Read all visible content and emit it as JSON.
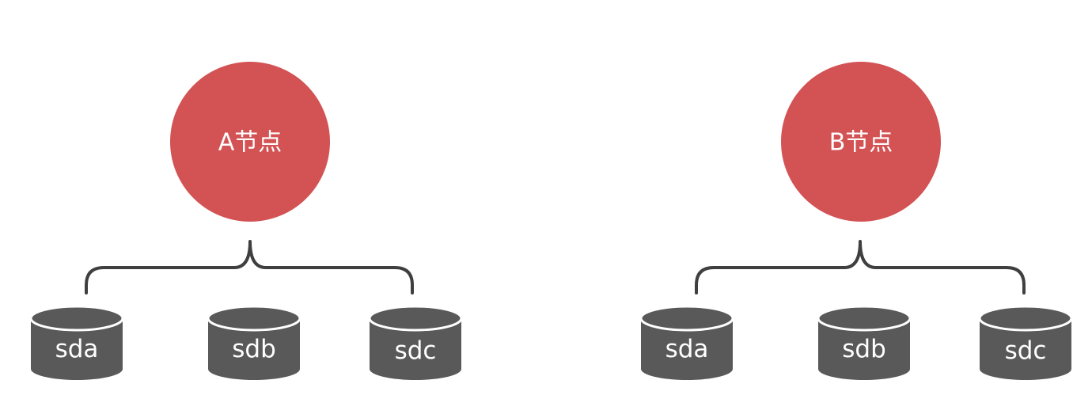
{
  "nodes": [
    {
      "label": "A节点",
      "disks": [
        "sda",
        "sdb",
        "sdc"
      ]
    },
    {
      "label": "B节点",
      "disks": [
        "sda",
        "sdb",
        "sdc"
      ]
    }
  ],
  "colors": {
    "node_fill": "#d35254",
    "disk_fill": "#595959",
    "brace_stroke": "#3f3f3f",
    "text": "#ffffff"
  }
}
